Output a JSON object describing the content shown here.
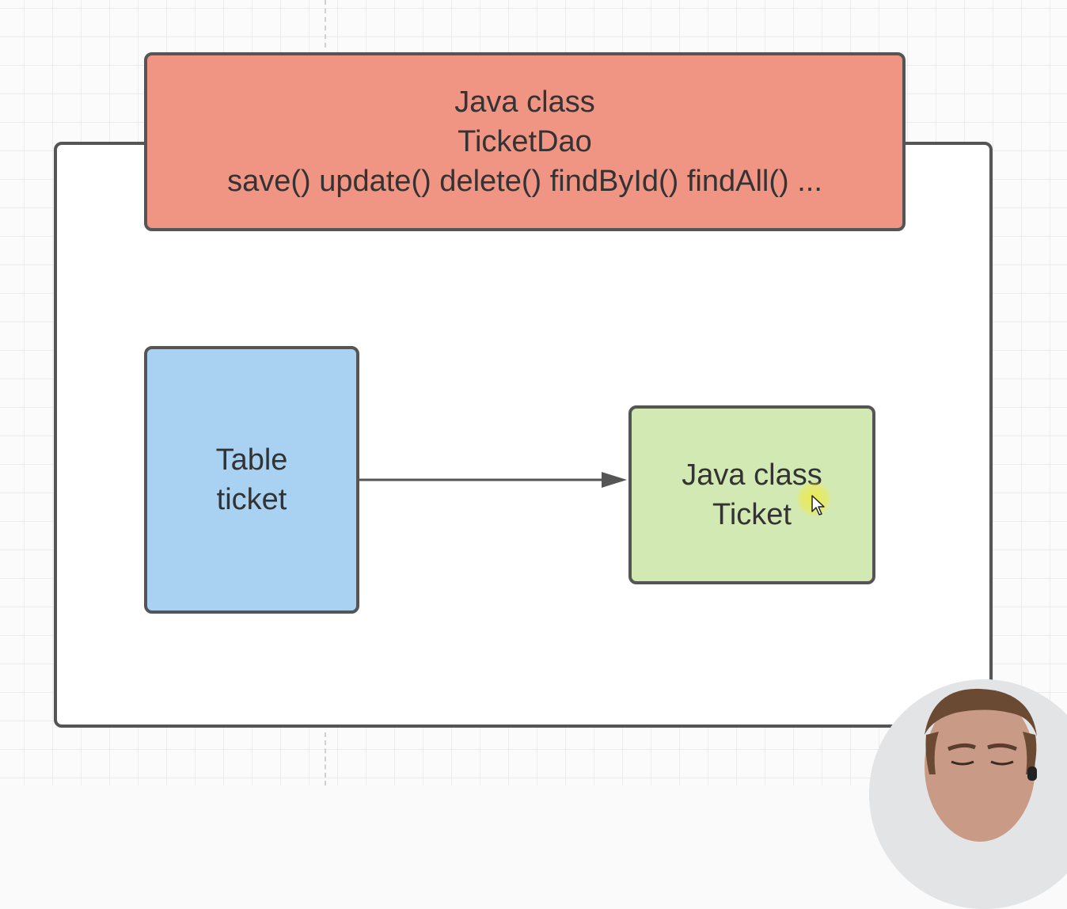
{
  "diagram": {
    "dao_box": {
      "line1": "Java class",
      "line2": "TicketDao",
      "line3": "save() update() delete() findById() findAll() ..."
    },
    "table_box": {
      "line1": "Table",
      "line2": "ticket"
    },
    "ticket_box": {
      "line1": "Java class",
      "line2": "Ticket"
    }
  },
  "colors": {
    "dao_fill": "#f09484",
    "table_fill": "#a9d1f1",
    "ticket_fill": "#d3e9b3",
    "stroke": "#555555"
  },
  "icons": {
    "cursor": "mouse-pointer-icon",
    "presenter": "presenter-webcam"
  }
}
